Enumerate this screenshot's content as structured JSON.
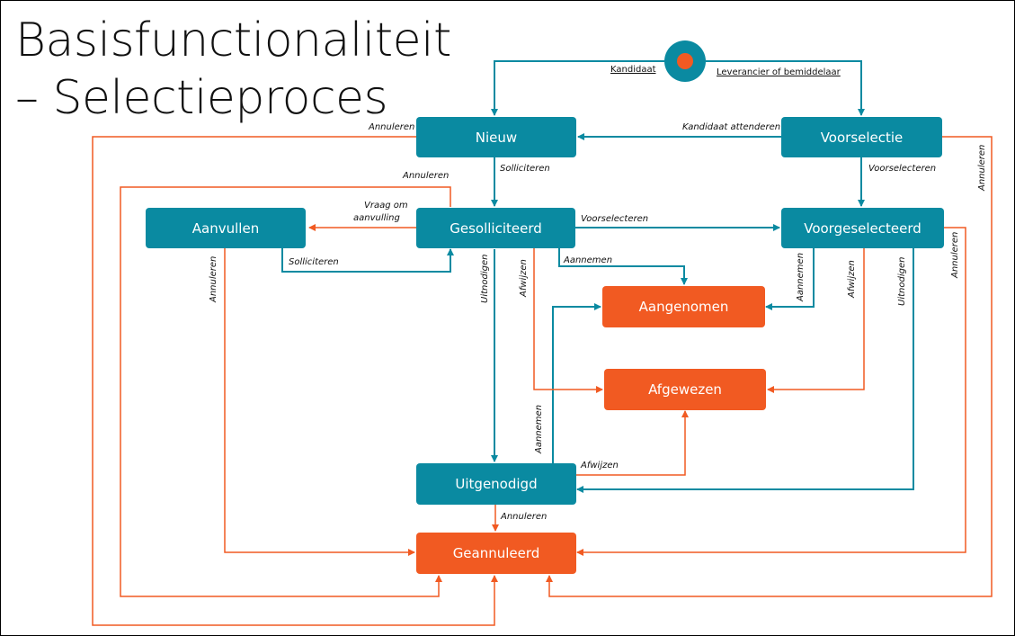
{
  "title": {
    "line1": "Basisfunctionaliteit",
    "line2": "– Selectieproces"
  },
  "colors": {
    "teal": "#0a8aa1",
    "orange": "#f15a22"
  },
  "states": {
    "nieuw": "Nieuw",
    "voorselectie": "Voorselectie",
    "aanvullen": "Aanvullen",
    "gesolliciteerd": "Gesolliciteerd",
    "voorgeselecteerd": "Voorgeselecteerd",
    "aangenomen": "Aangenomen",
    "afgewezen": "Afgewezen",
    "uitgenodigd": "Uitgenodigd",
    "geannuleerd": "Geannuleerd"
  },
  "transitions": {
    "kandidaat": "Kandidaat",
    "leverancier": "Leverancier of bemiddelaar",
    "kandidaat_attenderen": "Kandidaat attenderen",
    "annuleren_nieuw": "Annuleren",
    "solliciteren_nieuw": "Solliciteren",
    "voorselecteren_voorselectie": "Voorselecteren",
    "annuleren_voorselectie": "Annuleren",
    "annuleren_gesolliciteerd": "Annuleren",
    "vraag_om_aanvulling_1": "Vraag om",
    "vraag_om_aanvulling_2": "aanvulling",
    "voorselecteren_gesolliciteerd": "Voorselecteren",
    "solliciteren_aanvullen": "Solliciteren",
    "annuleren_aanvullen": "Annuleren",
    "aannemen_gesolliciteerd": "Aannemen",
    "uitnodigen_gesolliciteerd": "Uitnodigen",
    "afwijzen_gesolliciteerd": "Afwijzen",
    "aannemen_voorgeselecteerd": "Aannemen",
    "afwijzen_voorgeselecteerd": "Afwijzen",
    "uitnodigen_voorgeselecteerd": "Uitnodigen",
    "annuleren_voorgeselecteerd": "Annuleren",
    "aannemen_uitgenodigd": "Aannemen",
    "afwijzen_uitgenodigd": "Afwijzen",
    "annuleren_uitgenodigd": "Annuleren"
  }
}
